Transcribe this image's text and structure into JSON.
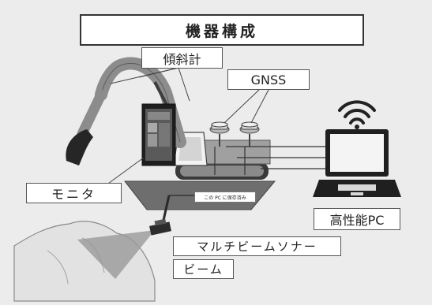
{
  "diagram": {
    "title": "機器構成",
    "labels": {
      "tilt_sensor": "傾斜計",
      "gnss": "GNSS",
      "monitor": "モニタ",
      "pc": "高性能PC",
      "sonar": "マルチビームソナー",
      "beam": "ビーム"
    },
    "barge_sticker": "この PC に保存済み"
  },
  "colors": {
    "background": "#ececec",
    "machine": "#8c8c8c",
    "dark": "#1e1e1e",
    "barge": "#6e6e6e",
    "beam": "#9a9a9a"
  }
}
